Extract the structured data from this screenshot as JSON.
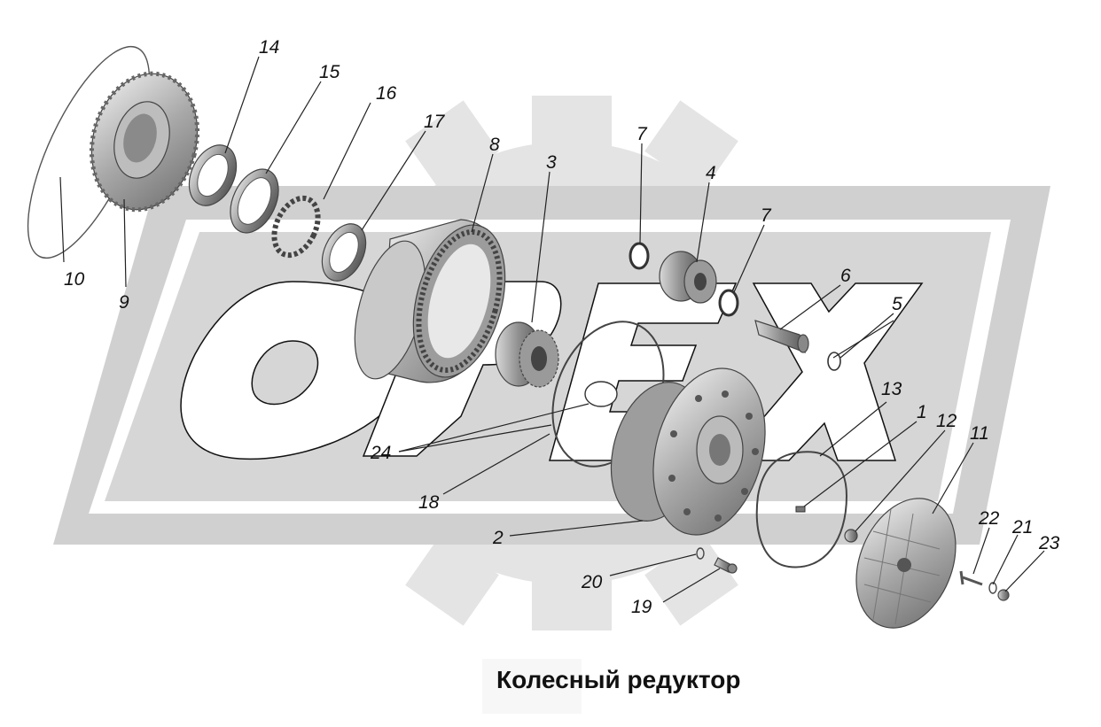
{
  "caption": "Колесный редуктор",
  "watermark": {
    "text": "OPEX",
    "colors": {
      "gear": "#e4e4e4",
      "badge": "#d0d0d0",
      "letters": "#ffffff"
    }
  },
  "parts": [
    {
      "id": "10",
      "label": "10"
    },
    {
      "id": "9",
      "label": "9"
    },
    {
      "id": "14",
      "label": "14"
    },
    {
      "id": "15",
      "label": "15"
    },
    {
      "id": "16",
      "label": "16"
    },
    {
      "id": "17",
      "label": "17"
    },
    {
      "id": "8",
      "label": "8"
    },
    {
      "id": "3",
      "label": "3"
    },
    {
      "id": "7a",
      "label": "7"
    },
    {
      "id": "4",
      "label": "4"
    },
    {
      "id": "7b",
      "label": "7"
    },
    {
      "id": "6",
      "label": "6"
    },
    {
      "id": "5",
      "label": "5"
    },
    {
      "id": "24",
      "label": "24"
    },
    {
      "id": "18",
      "label": "18"
    },
    {
      "id": "2",
      "label": "2"
    },
    {
      "id": "13",
      "label": "13"
    },
    {
      "id": "1",
      "label": "1"
    },
    {
      "id": "12",
      "label": "12"
    },
    {
      "id": "11",
      "label": "11"
    },
    {
      "id": "22",
      "label": "22"
    },
    {
      "id": "21",
      "label": "21"
    },
    {
      "id": "23",
      "label": "23"
    },
    {
      "id": "20",
      "label": "20"
    },
    {
      "id": "19",
      "label": "19"
    }
  ]
}
